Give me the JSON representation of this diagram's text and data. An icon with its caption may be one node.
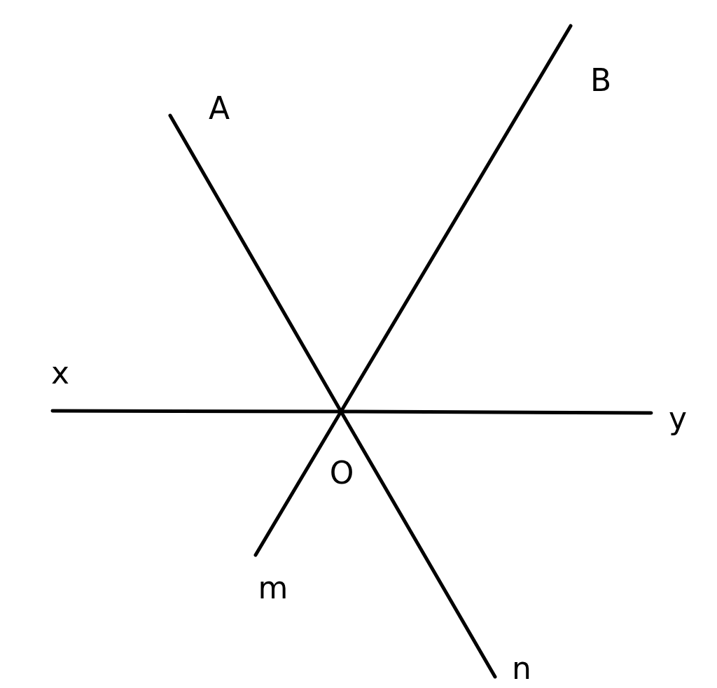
{
  "diagram": {
    "nodes": [
      {
        "text": [
          "A"
        ]
      },
      {
        "text": [
          "B"
        ]
      },
      {
        "text": [
          "x"
        ]
      },
      {
        "text": [
          "y"
        ]
      },
      {
        "text": [
          "O"
        ]
      },
      {
        "text": [
          "m"
        ]
      },
      {
        "text": [
          "n"
        ]
      }
    ],
    "edges": [
      {
        "from": 4,
        "to": 0,
        "arrow": "none"
      },
      {
        "from": 4,
        "to": 1,
        "arrow": "none"
      },
      {
        "from": 4,
        "to": 2,
        "arrow": "none"
      },
      {
        "from": 4,
        "to": 3,
        "arrow": "none"
      },
      {
        "from": 4,
        "to": 5,
        "arrow": "none"
      },
      {
        "from": 4,
        "to": 6,
        "arrow": "none"
      }
    ]
  }
}
